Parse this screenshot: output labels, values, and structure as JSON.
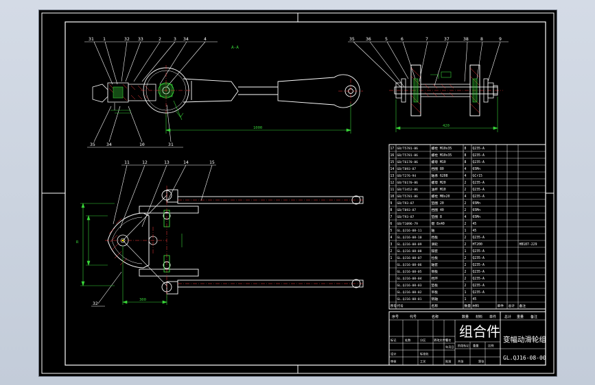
{
  "drawing": {
    "title_block": {
      "assembly_label": "组合件",
      "part_name": "变幅动滑轮组",
      "drawing_no": "GL.QJ16-08-00",
      "header_cells": [
        "序号",
        "代号",
        "名称",
        "数量",
        "材料",
        "单件",
        "总计",
        "重量",
        "备注"
      ],
      "sign_cells": [
        "标记",
        "处数",
        "分区",
        "更改文件号",
        "签名",
        "年月日",
        "设计",
        "审核",
        "工艺",
        "批准",
        "标准化",
        "阶段标记",
        "重量",
        "比例",
        "共张",
        "第张"
      ]
    },
    "dimensions": {
      "top_view_span": "1000",
      "side_view_span": "420",
      "bottom_horizontal": "300",
      "vertical_left": "R"
    },
    "view_label": "A-A",
    "balloons_top": [
      "31",
      "1",
      "32",
      "33",
      "2",
      "3",
      "34",
      "4"
    ],
    "balloons_top_bottom": [
      "35",
      "34",
      "10",
      "31"
    ],
    "balloons_side": [
      "35",
      "36",
      "5",
      "6",
      "7",
      "37",
      "38",
      "8",
      "9"
    ],
    "balloons_front": [
      "11",
      "12",
      "13",
      "14",
      "15"
    ],
    "balloons_front_bottom": [
      "32"
    ],
    "bom_rows": [
      [
        "17",
        "GB/T5781-86",
        "螺栓 M10x35",
        "8",
        "Q235-A",
        "",
        "",
        ""
      ],
      [
        "16",
        "GB/T5781-86",
        "螺栓 M10x35",
        "8",
        "Q235-A",
        "",
        "",
        ""
      ],
      [
        "15",
        "GB/T6170-86",
        "螺母 M10",
        "8",
        "Q235-A",
        "",
        "",
        ""
      ],
      [
        "14",
        "GB/T893-87",
        "挡圈 80",
        "4",
        "65Mn",
        "",
        "",
        ""
      ],
      [
        "13",
        "GB/T276-94",
        "轴承 6208",
        "4",
        "GCr15",
        "",
        "",
        ""
      ],
      [
        "12",
        "GB/T6170-86",
        "螺母 M20",
        "2",
        "Q235-A",
        "",
        "",
        ""
      ],
      [
        "11",
        "GB/T3452-86",
        "油杯 M10",
        "2",
        "Q235-A",
        "",
        "",
        ""
      ],
      [
        "10",
        "GB/T5781-86",
        "螺栓 M8x20",
        "4",
        "Q235-A",
        "",
        "",
        ""
      ],
      [
        "9",
        "GB/T93-87",
        "垫圈 20",
        "2",
        "65Mn",
        "",
        "",
        ""
      ],
      [
        "8",
        "GB/T893-87",
        "挡圈 40",
        "2",
        "65Mn",
        "",
        "",
        ""
      ],
      [
        "7",
        "GB/T93-87",
        "垫圈 8",
        "4",
        "65Mn",
        "",
        "",
        ""
      ],
      [
        "6",
        "GB/T1096-79",
        "键 8x40",
        "2",
        "45",
        "",
        "",
        ""
      ],
      [
        "5",
        "GL.QJ16-08-11",
        "轴",
        "1",
        "45",
        "",
        "",
        ""
      ],
      [
        "4",
        "GL.QJ16-08-10",
        "挡板",
        "2",
        "Q235-A",
        "",
        "",
        ""
      ],
      [
        "3",
        "GL.QJ16-08-09",
        "滑轮",
        "2",
        "HT200",
        "",
        "",
        "HB187-229"
      ],
      [
        "2",
        "GL.QJ16-08-08",
        "隔套",
        "1",
        "Q235-A",
        "",
        "",
        ""
      ],
      [
        "1",
        "GL.QJ16-08-07",
        "拉板",
        "2",
        "Q235-A",
        "",
        "",
        ""
      ],
      [
        "",
        "GL.QJ16-08-06",
        "轴套",
        "2",
        "Q235-A",
        "",
        "",
        ""
      ],
      [
        "",
        "GL.QJ16-08-05",
        "侧板",
        "2",
        "Q235-A",
        "",
        "",
        ""
      ],
      [
        "",
        "GL.QJ16-08-04",
        "挡环",
        "2",
        "Q235-A",
        "",
        "",
        ""
      ],
      [
        "",
        "GL.QJ16-08-03",
        "垫板",
        "2",
        "Q235-A",
        "",
        "",
        ""
      ],
      [
        "",
        "GL.QJ16-08-02",
        "吊板",
        "1",
        "Q235-A",
        "",
        "",
        ""
      ],
      [
        "",
        "GL.QJ16-08-01",
        "销轴",
        "1",
        "45",
        "",
        "",
        ""
      ],
      [
        "序号",
        "代号",
        "名称",
        "数量",
        "材料",
        "单件",
        "总计",
        "备注"
      ]
    ],
    "colors": {
      "background": "#000000",
      "outline": "#ffffff",
      "centerline": "#ff3b3b",
      "dimension": "#39d639",
      "hatch": "#ff3b3b",
      "leader": "#ffffff",
      "accent": "#ffff00"
    }
  }
}
